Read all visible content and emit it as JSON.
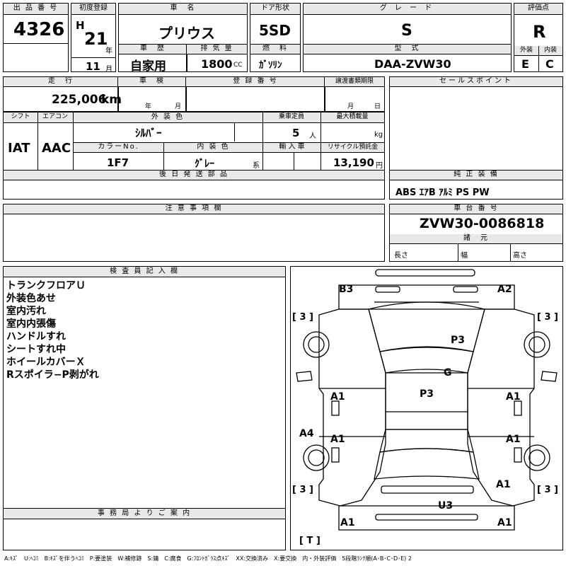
{
  "lot": {
    "label": "出 品 番 号",
    "value": "4326"
  },
  "first_reg": {
    "label": "初度登録",
    "era": "H",
    "year": "21",
    "year_unit": "年",
    "month": "11",
    "month_unit": "月"
  },
  "car_name": {
    "label": "車　名",
    "value": "プリウス"
  },
  "door": {
    "label": "ドア形状",
    "value": "5SD"
  },
  "grade": {
    "label": "グ レ ー ド",
    "value": "S"
  },
  "score": {
    "label": "評価点",
    "value": "R"
  },
  "history": {
    "label": "車　歴",
    "value": "自家用"
  },
  "displacement": {
    "label": "排 気 量",
    "value": "1800",
    "unit": "CC"
  },
  "fuel": {
    "label": "燃　料",
    "value": "ｶﾞｿﾘﾝ"
  },
  "model": {
    "label": "型　式",
    "value": "DAA-ZVW30"
  },
  "exterior_grade": {
    "label": "外装",
    "value": "E"
  },
  "interior_grade": {
    "label": "内装",
    "value": "C"
  },
  "mileage": {
    "label": "走　行",
    "value": "225,006",
    "unit": "km"
  },
  "inspection": {
    "label": "車　検",
    "year_unit": "年",
    "month_unit": "月"
  },
  "reg_no": {
    "label": "登 録 番 号"
  },
  "transfer_deadline": {
    "label": "譲渡書類期限",
    "month_unit": "月",
    "day_unit": "日"
  },
  "shift": {
    "label": "シフト",
    "value": "IAT"
  },
  "aircon": {
    "label": "エアコン",
    "value": "AAC"
  },
  "ext_color": {
    "label": "外 装 色",
    "value": "ｼﾙﾊﾞｰ"
  },
  "capacity": {
    "label": "乗車定員",
    "value": "5",
    "unit": "人"
  },
  "max_load": {
    "label": "最大積載量",
    "unit": "kg"
  },
  "color_no": {
    "label": "カラーNo.",
    "value": "1F7"
  },
  "int_color": {
    "label": "内 装 色",
    "value": "ｸﾞﾚｰ",
    "suffix": "系"
  },
  "import": {
    "label": "輸 入 車"
  },
  "recycle": {
    "label": "リサイクル預託金",
    "value": "13,190",
    "unit": "円"
  },
  "later_parts": {
    "label": "後 日 発 送 部 品"
  },
  "sales_point": {
    "label": "セールスポイント"
  },
  "equipment": {
    "label": "純 正 装 備",
    "value": "ABS ｴｱB ｱﾙﾐ PS PW"
  },
  "notes": {
    "label": "注 意 事 項 欄"
  },
  "chassis": {
    "label": "車 台 番 号",
    "value": "ZVW30-0086818"
  },
  "dims": {
    "label": "諸　元",
    "length": "長さ",
    "width": "幅",
    "height": "高さ"
  },
  "inspector": {
    "label": "検 査 員 記 入 欄",
    "lines": [
      "トランクフロアＵ",
      "外装色あせ",
      "室内汚れ",
      "室内内張傷",
      "ハンドルすれ",
      "シートすれ中",
      "ホイールカバーＸ",
      "Rスポイラ−P剥がれ"
    ]
  },
  "office": {
    "label": "事 務 局 よ り ご 案 内"
  },
  "diagram": {
    "marks": {
      "b3": "B3",
      "a2": "A2",
      "p3_hood": "P3",
      "g": "G",
      "p3_roof": "P3",
      "a1_left_front": "A1",
      "a1_right_front": "A1",
      "a1_left_rear": "A1",
      "a1_right_rear": "A1",
      "a4": "A4",
      "a1_rear_corner": "A1",
      "u3": "U3",
      "a1_bl": "A1",
      "a1_br": "A1"
    },
    "tires": {
      "fl": "[ 3 ]",
      "fr": "[ 3 ]",
      "rl": "[ 3 ]",
      "rr": "[ 3 ]",
      "spare": "[ T ]"
    }
  },
  "legend": "A:ｷｽﾞ　U:ﾍｺﾐ　B:ｷｽﾞを伴うﾍｺﾐ　P:要塗装　W:補修跡　S:錆　C:腐食　G:ﾌﾛﾝﾄｶﾞﾗｽ点ｷｽﾞ　XX:交換済み　X:要交換　内・外装評価　5段階ﾗﾝｸ順(A･B･C･D･E) 2"
}
